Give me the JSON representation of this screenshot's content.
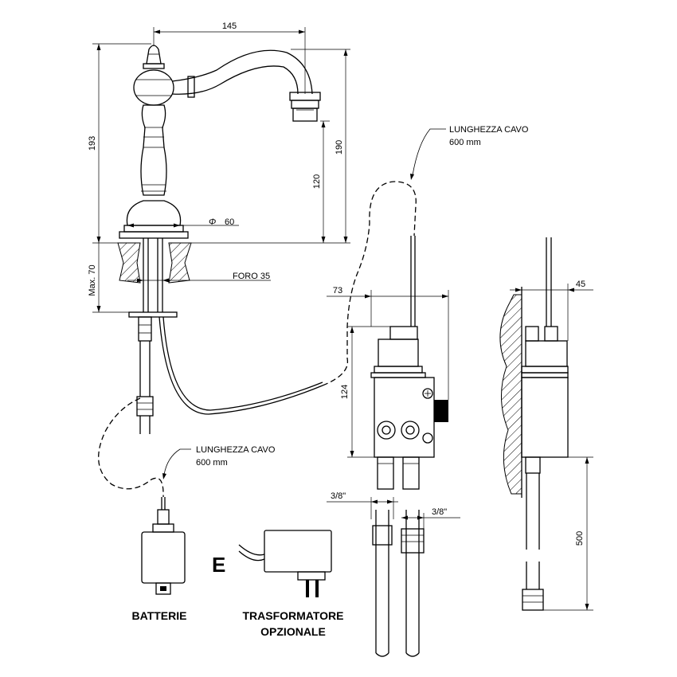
{
  "dimensions": {
    "spout_reach": "145",
    "total_height": "193",
    "height_to_base": "190",
    "spout_height": "120",
    "base_diameter_symbol": "Φ",
    "base_diameter": "60",
    "max_thickness": "Max. 70",
    "hole": "FORO 35",
    "box_width": "73",
    "box_height": "124",
    "side_depth": "45",
    "inlet_left": "3/8\"",
    "inlet_right": "3/8\"",
    "hose_length": "500"
  },
  "cable_upper": {
    "line1": "LUNGHEZZA CAVO",
    "line2": "600 mm"
  },
  "cable_lower": {
    "line1": "LUNGHEZZA CAVO",
    "line2": "600 mm"
  },
  "batteries_label": "BATTERIE",
  "transformer_marker": "E",
  "transformer_label_line1": "TRASFORMATORE",
  "transformer_label_line2": "OPZIONALE"
}
